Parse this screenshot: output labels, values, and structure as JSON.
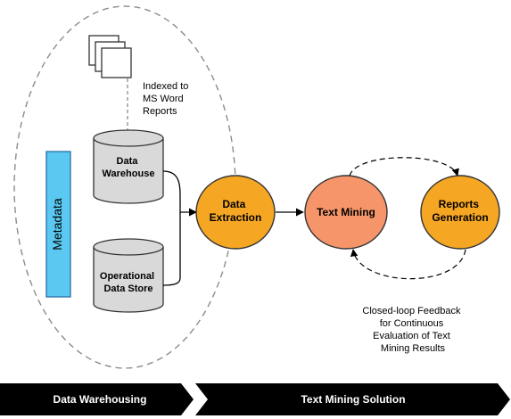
{
  "nodes": {
    "documents_note": [
      "Indexed to",
      "MS Word",
      "Reports"
    ],
    "metadata": "Metadata",
    "data_warehouse": [
      "Data",
      "Warehouse"
    ],
    "operational_data_store": [
      "Operational",
      "Data Store"
    ],
    "data_extraction": [
      "Data",
      "Extraction"
    ],
    "text_mining": "Text Mining",
    "reports_generation": [
      "Reports",
      "Generation"
    ]
  },
  "feedback_note": [
    "Closed-loop Feedback",
    "for Continuous",
    "Evaluation of Text",
    "Mining Results"
  ],
  "phases": {
    "data_warehousing": "Data Warehousing",
    "text_mining_solution": "Text Mining Solution"
  },
  "colors": {
    "metadata_fill": "#5ac8f0",
    "metadata_stroke": "#2a6fa8",
    "cylinder_fill": "#d9d9d9",
    "orange_fill": "#f5a623",
    "orange_light_fill": "#f7956a",
    "node_stroke": "#333333",
    "phase_bar": "#000000",
    "phase_text": "#ffffff"
  }
}
